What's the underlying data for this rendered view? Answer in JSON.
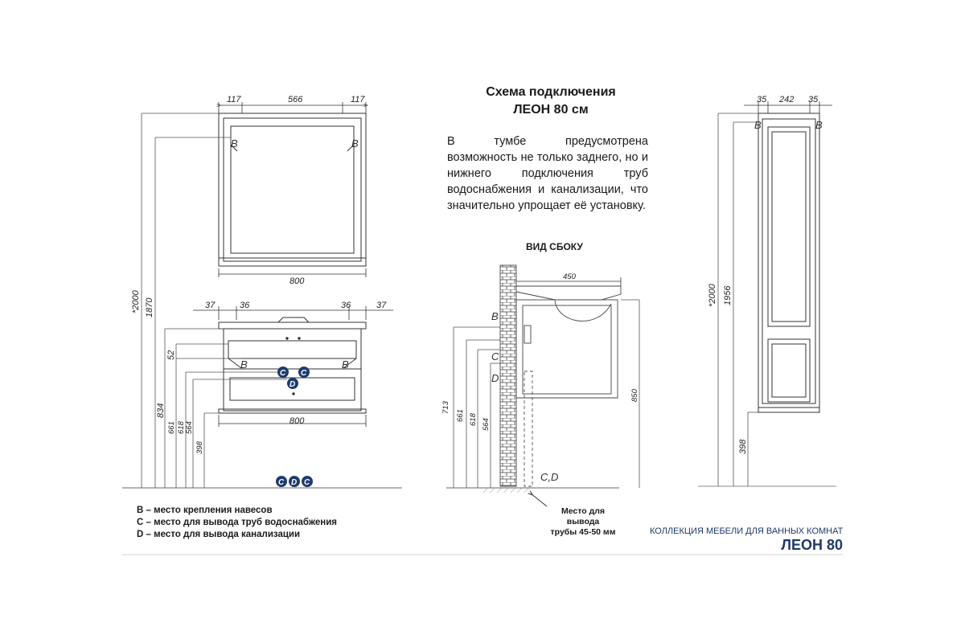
{
  "header": {
    "title_line1": "Схема подключения",
    "title_line2": "ЛЕОН 80 см"
  },
  "description": "В тумбе предусмотрена возможность не только заднего, но и нижнего подключения труб водоснабжения и канализации, что значительно упрощает её установку.",
  "side_view": {
    "title": "ВИД СБОКУ",
    "depth": "450",
    "height_850": "850",
    "h713": "713",
    "h661": "661",
    "h618": "618",
    "h564": "564",
    "label_b": "B",
    "label_c": "C",
    "label_d": "D",
    "label_cd": "C,D"
  },
  "mirror": {
    "w_left": "117",
    "w_mid": "566",
    "w_right": "117",
    "width": "800",
    "label_b": "B"
  },
  "vanity": {
    "w37_left": "37",
    "w36_left": "36",
    "w36_right": "36",
    "w37_right": "37",
    "width": "800",
    "h52": "52",
    "label_b": "B"
  },
  "heights_left": {
    "h2000": "*2000",
    "h1870": "1870",
    "h834": "834",
    "h661": "661",
    "h618": "618",
    "h564": "564",
    "h398": "398"
  },
  "column": {
    "w35_left": "35",
    "w242": "242",
    "w35_right": "35",
    "h2000": "*2000",
    "h1956": "1956",
    "h398": "398",
    "label_b": "B"
  },
  "markers": {
    "c": "C",
    "d": "D",
    "color": "#1e3b6e"
  },
  "legend": {
    "b": "B – место крепления навесов",
    "c": "C – место для вывода труб водоснабжения",
    "d": "D – место для вывода канализации"
  },
  "pipe_note": {
    "line1": "Место для",
    "line2": "вывода",
    "line3": "трубы 45-50 мм"
  },
  "footer": {
    "collection": "КОЛЛЕКЦИЯ МЕБЕЛИ ДЛЯ ВАННЫХ КОМНАТ",
    "product": "ЛЕОН 80"
  }
}
